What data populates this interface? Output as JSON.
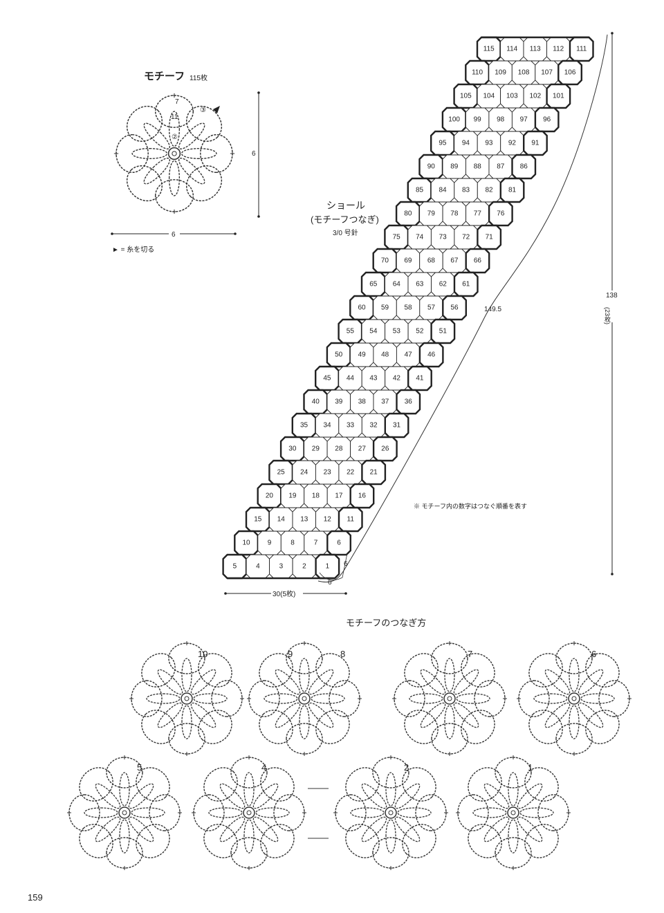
{
  "motif": {
    "title": "モチーフ",
    "count": "115枚",
    "width_label": "6",
    "height_label": "6",
    "round_7": "7",
    "round_11": "11",
    "round_3": "③",
    "round_2": "②",
    "cut_legend": "► = 糸を切る"
  },
  "shawl": {
    "title": "ショール",
    "subtitle": "(モチーフつなぎ)",
    "hook": "3/0 号針",
    "length_label": "138",
    "length_count": "(23枚)",
    "diagonal_label": "149.5",
    "width_label": "30(5枚)",
    "edge_label": "6",
    "note": "※ モチーフ内の数字はつなぐ順番を表す",
    "rows": [
      [
        "115",
        "114",
        "113",
        "112",
        "111"
      ],
      [
        "110",
        "109",
        "108",
        "107",
        "106"
      ],
      [
        "105",
        "104",
        "103",
        "102",
        "101"
      ],
      [
        "100",
        "99",
        "98",
        "97",
        "96"
      ],
      [
        "95",
        "94",
        "93",
        "92",
        "91"
      ],
      [
        "90",
        "89",
        "88",
        "87",
        "86"
      ],
      [
        "85",
        "84",
        "83",
        "82",
        "81"
      ],
      [
        "80",
        "79",
        "78",
        "77",
        "76"
      ],
      [
        "75",
        "74",
        "73",
        "72",
        "71"
      ],
      [
        "70",
        "69",
        "68",
        "67",
        "66"
      ],
      [
        "65",
        "64",
        "63",
        "62",
        "61"
      ],
      [
        "60",
        "59",
        "58",
        "57",
        "56"
      ],
      [
        "55",
        "54",
        "53",
        "52",
        "51"
      ],
      [
        "50",
        "49",
        "48",
        "47",
        "46"
      ],
      [
        "45",
        "44",
        "43",
        "42",
        "41"
      ],
      [
        "40",
        "39",
        "38",
        "37",
        "36"
      ],
      [
        "35",
        "34",
        "33",
        "32",
        "31"
      ],
      [
        "30",
        "29",
        "28",
        "27",
        "26"
      ],
      [
        "25",
        "24",
        "23",
        "22",
        "21"
      ],
      [
        "20",
        "19",
        "18",
        "17",
        "16"
      ],
      [
        "15",
        "14",
        "13",
        "12",
        "11"
      ],
      [
        "10",
        "9",
        "8",
        "7",
        "6"
      ],
      [
        "5",
        "4",
        "3",
        "2",
        "1"
      ]
    ]
  },
  "joining": {
    "title": "モチーフのつなぎ方",
    "top_labels": [
      "10",
      "9",
      "8",
      "7",
      "6"
    ],
    "bottom_labels": [
      "5",
      "4",
      "2",
      "1"
    ]
  },
  "page_number": "159"
}
